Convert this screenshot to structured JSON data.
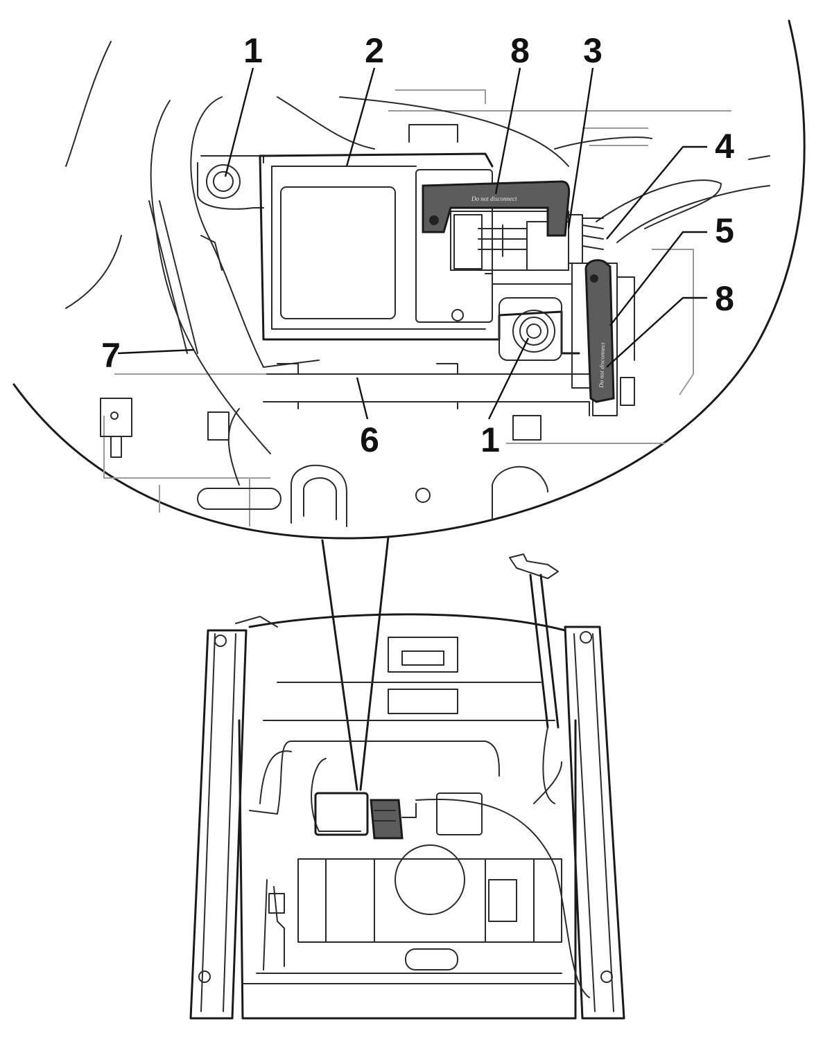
{
  "callouts": [
    {
      "id": "c1a",
      "text": "1"
    },
    {
      "id": "c2",
      "text": "2"
    },
    {
      "id": "c8a",
      "text": "8"
    },
    {
      "id": "c3",
      "text": "3"
    },
    {
      "id": "c4",
      "text": "4"
    },
    {
      "id": "c5",
      "text": "5"
    },
    {
      "id": "c8b",
      "text": "8"
    },
    {
      "id": "c7",
      "text": "7"
    },
    {
      "id": "c6",
      "text": "6"
    },
    {
      "id": "c1b",
      "text": "1"
    }
  ],
  "tags": {
    "upper": "Do not disconnect",
    "side": "Do not disconnect"
  },
  "colors": {
    "line": "#1a1a1a",
    "grey_line": "#9a9a9a",
    "dark_tag": "#5c5c5c",
    "background": "#ffffff"
  }
}
